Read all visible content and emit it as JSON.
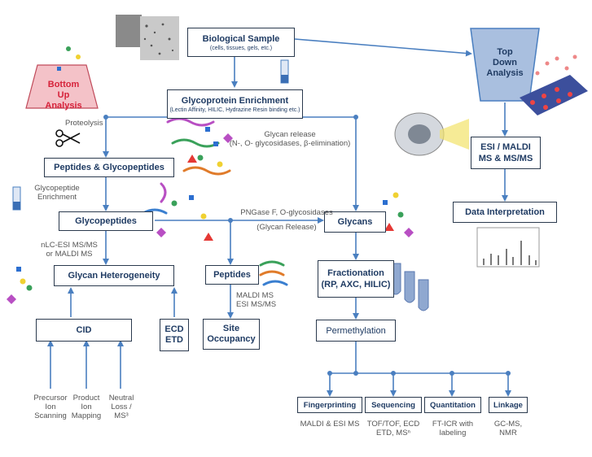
{
  "colors": {
    "arrow": "#4a7fc0",
    "box_border": "#2b3a4e",
    "text_dark": "#1f3b63",
    "label": "#555555",
    "accent_red": "#d6223a",
    "funnel": "#a9bfdf"
  },
  "boxes": {
    "bio_sample": {
      "title": "Biological Sample",
      "sub": "(cells, tissues, gels, etc.)"
    },
    "glyco_enrich": {
      "title": "Glycoprotein Enrichment",
      "sub": "(Lectin Affinity, HILIC, Hydrazine Resin binding etc.)"
    },
    "pep_glycopep": "Peptides & Glycopeptides",
    "glycopeptides": "Glycopeptides",
    "glycan_het": "Glycan Heterogeneity",
    "cid": "CID",
    "ecd": "ECD",
    "etd": "ETD",
    "peptides": "Peptides",
    "site_occ_1": "Site",
    "site_occ_2": "Occupancy",
    "glycans": "Glycans",
    "fract_1": "Fractionation",
    "fract_2": "(RP, AXC, HILIC)",
    "permeth": "Permethylation",
    "esi_1": "ESI / MALDI",
    "esi_2": "MS & MS/MS",
    "data_interp": "Data Interpretation",
    "fingerprinting": "Fingerprinting",
    "sequencing": "Sequencing",
    "quantitation": "Quantitation",
    "linkage": "Linkage"
  },
  "funnels": {
    "top_down": [
      "Top",
      "Down",
      "Analysis"
    ],
    "bottom_up": [
      "Bottom",
      "Up",
      "Analysis"
    ]
  },
  "labels": {
    "proteolysis": "Proteolysis",
    "glycan_release_1": "Glycan release",
    "glycan_release_2": "(N-, O- glycosidases, β-elimination)",
    "gp_enrich_1": "Glycopeptide",
    "gp_enrich_2": "Enrichment",
    "pngase_1": "PNGase F, O-glycosidases",
    "pngase_2": "(Glycan Release)",
    "nlc_1": "nLC-ESI MS/MS",
    "nlc_2": "or MALDI MS",
    "maldi_ms": "MALDI MS",
    "esi_msms": "ESI MS/MS",
    "prec_1": "Precursor",
    "prec_2": "Ion",
    "prec_3": "Scanning",
    "prod_1": "Product",
    "prod_2": "Ion",
    "prod_3": "Mapping",
    "neut_1": "Neutral",
    "neut_2": "Loss /",
    "neut_3": "MS³",
    "fp_method": "MALDI & ESI MS",
    "seq_1": "TOF/TOF, ECD",
    "seq_2": "ETD, MSⁿ",
    "quant_1": "FT-ICR with",
    "quant_2": "labeling",
    "link_1": "GC-MS,",
    "link_2": "NMR"
  }
}
